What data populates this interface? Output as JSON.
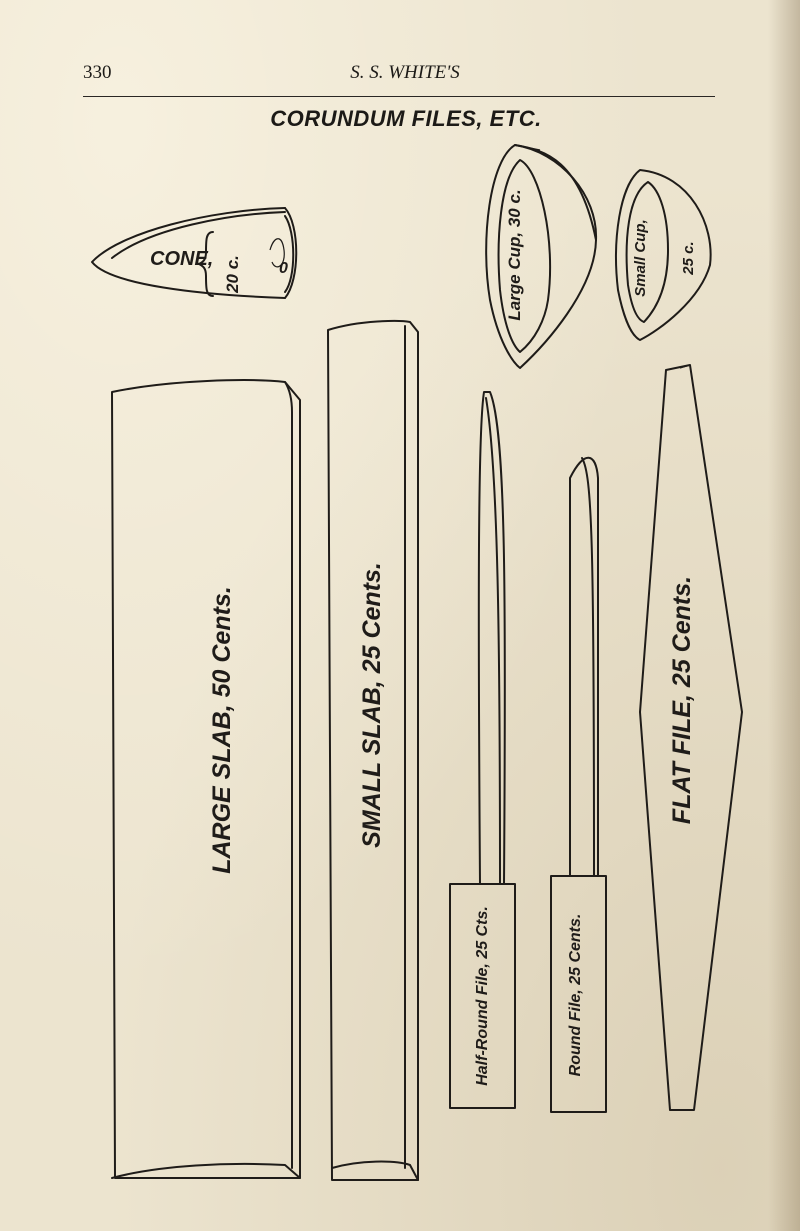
{
  "header": {
    "page_number": "330",
    "running_head": "S. S. WHITE'S"
  },
  "title": "CORUNDUM FILES, ETC.",
  "items": {
    "cone": {
      "name": "CONE,",
      "price": "20 c.",
      "mark": "0"
    },
    "large_cup": {
      "label": "Large Cup, 30 c."
    },
    "small_cup": {
      "name": "Small Cup,",
      "price": "25 c."
    },
    "large_slab": {
      "label": "LARGE SLAB, 50 Cents."
    },
    "small_slab": {
      "label": "SMALL SLAB, 25 Cents."
    },
    "half_round_file": {
      "label": "Half-Round File, 25 Cts."
    },
    "round_file": {
      "label": "Round File, 25 Cents."
    },
    "flat_file": {
      "label": "FLAT FILE, 25 Cents."
    }
  }
}
